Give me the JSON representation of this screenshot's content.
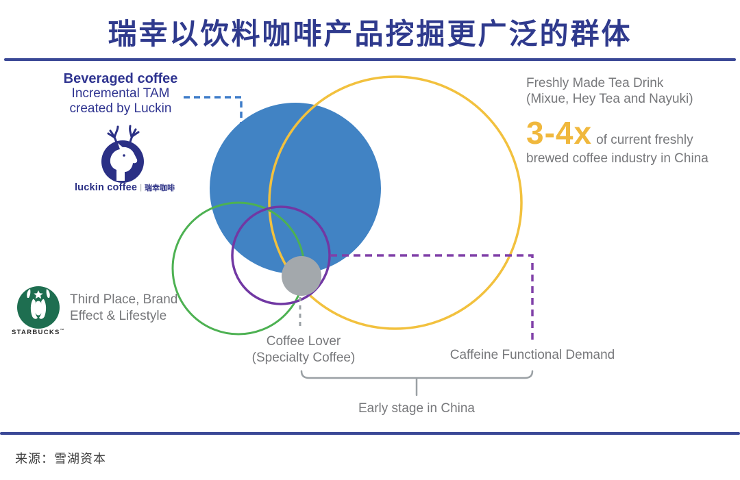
{
  "page": {
    "title": "瑞幸以饮料咖啡产品挖掘更广泛的群体",
    "source": "来源：雪湖资本"
  },
  "luckin": {
    "label_line1": "Beveraged coffee",
    "label_line2": "Incremental TAM",
    "label_line3": "created by Luckin",
    "wordmark": "luckin coffee",
    "wordmark_divider": "|",
    "wordmark_cn": "瑞幸咖啡"
  },
  "tea": {
    "label_line1": "Freshly Made Tea Drink",
    "label_line2": "(Mixue, Hey Tea and Nayuki)",
    "multiplier": "3-4x",
    "multiplier_suffix": "of current freshly",
    "multiplier_line2": "brewed coffee industry in China"
  },
  "starbucks": {
    "brand": "STARBUCKS",
    "trademark": "™",
    "label_line1": "Third Place, Brand",
    "label_line2": "Effect & Lifestyle"
  },
  "segments": {
    "coffee_lover_line1": "Coffee Lover",
    "coffee_lover_line2": "(Specialty Coffee)",
    "caffeine": "Caffeine Functional Demand",
    "early_stage": "Early stage in China"
  },
  "colors": {
    "title_navy": "#2f3a8d",
    "divider_navy": "#3a4896",
    "indigo_text": "#2f3490",
    "luckin_navy": "#2b3085",
    "blue_circle": "#4183c4",
    "blue_dash": "#3d7cc9",
    "yellow_circle": "#f2c13e",
    "yellow_text": "#f0b83d",
    "green_circle": "#4db152",
    "purple_circle": "#7138a3",
    "purple_dash": "#8040a8",
    "gray_circle": "#a3a8ac",
    "gray_text": "#77787b",
    "starbucks_green": "#1e6e50",
    "connector_gray": "#9aa0a4"
  }
}
